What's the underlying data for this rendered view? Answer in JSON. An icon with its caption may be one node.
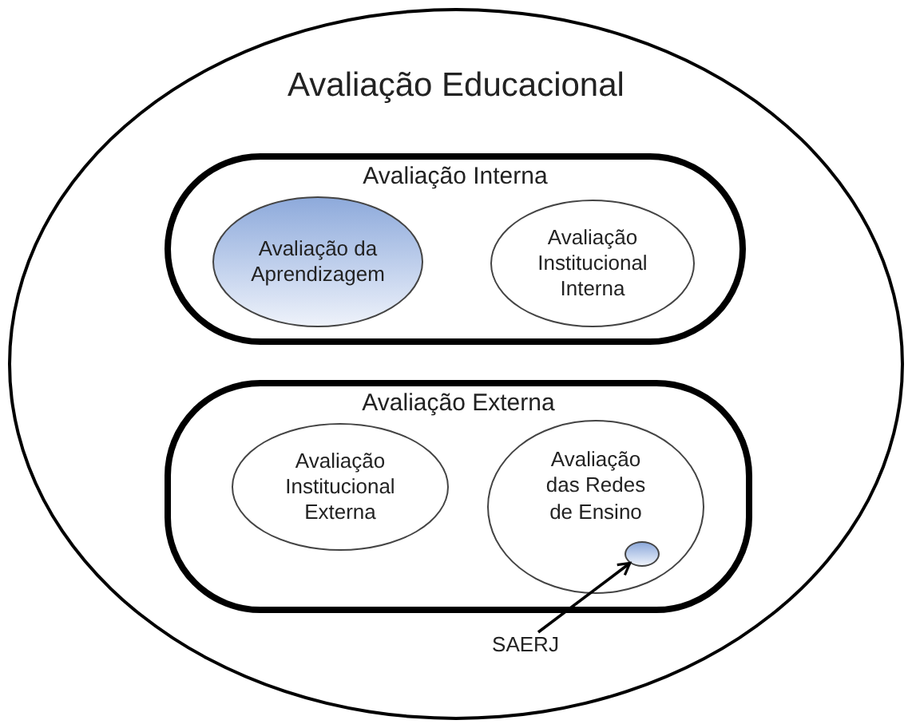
{
  "diagram": {
    "nodes": [
      {
        "text": [
          "Avaliação Educacional"
        ]
      },
      {
        "text": [
          "Avaliação Interna"
        ],
        "in": 0
      },
      {
        "text": [
          "Avaliação da Aprendizagem"
        ],
        "in": 1
      },
      {
        "text": [
          "Avaliação Institucional Interna"
        ],
        "in": 1
      },
      {
        "text": [
          "Avaliação Externa"
        ],
        "in": 0
      },
      {
        "text": [
          "Avaliação Institucional Externa"
        ],
        "in": 4
      },
      {
        "text": [
          "Avaliação das Redes de Ensino"
        ],
        "in": 4
      },
      {
        "text": [],
        "shape": "circle",
        "in": 6
      },
      {
        "text": [
          "SAERJ"
        ],
        "in": 0
      }
    ],
    "edges": [
      {
        "from": 8,
        "to": 7,
        "arrow": "to"
      }
    ]
  }
}
